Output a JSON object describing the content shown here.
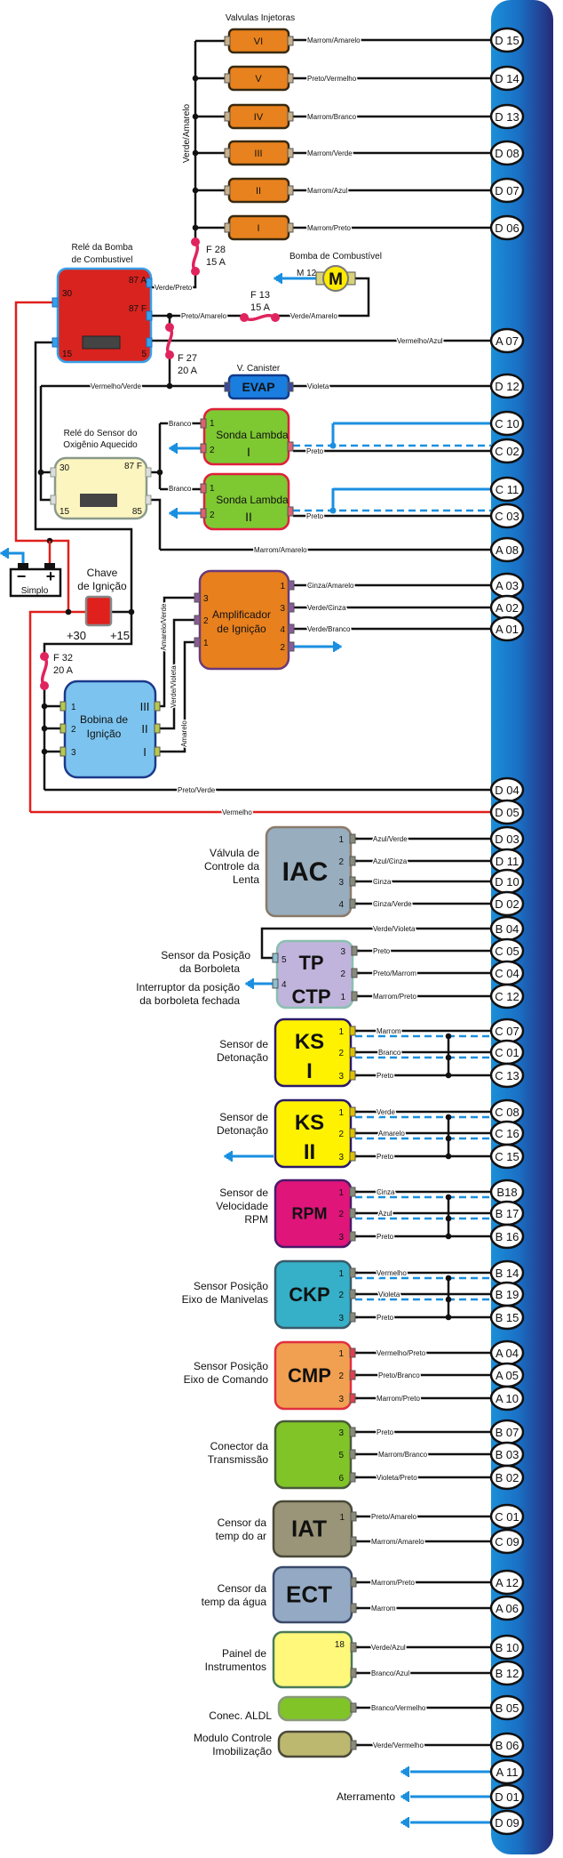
{
  "colors": {
    "ecu_light": "#1b8fd8",
    "ecu_dark": "#262a7a",
    "wire": "#111111",
    "power": "#e0201c",
    "ground": "#1a8fe0",
    "fuse": "#e0245e"
  },
  "ecu_connections": [
    {
      "terminal": "D 15",
      "wire": "Marrom/Amarelo"
    },
    {
      "terminal": "D 14",
      "wire": "Preto/Vermelho"
    },
    {
      "terminal": "D 13",
      "wire": "Marrom/Branco"
    },
    {
      "terminal": "D 08",
      "wire": "Marrom/Verde"
    },
    {
      "terminal": "D 07",
      "wire": "Marrom/Azul"
    },
    {
      "terminal": "D 06",
      "wire": "Marrom/Preto"
    },
    {
      "terminal": "A 07",
      "wire": "Vermelho/Azul"
    },
    {
      "terminal": "D 12",
      "wire": "Violeta"
    },
    {
      "terminal": "C 10",
      "wire": ""
    },
    {
      "terminal": "C 02",
      "wire": "Preto"
    },
    {
      "terminal": "C 11",
      "wire": ""
    },
    {
      "terminal": "C 03",
      "wire": "Preto"
    },
    {
      "terminal": "A 08",
      "wire": "Marrom/Amarelo"
    },
    {
      "terminal": "A 03",
      "wire": "Cinza/Amarelo"
    },
    {
      "terminal": "A 02",
      "wire": "Verde/Cinza"
    },
    {
      "terminal": "A 01",
      "wire": "Verde/Branco"
    },
    {
      "terminal": "D 04",
      "wire": "Preto/Verde"
    },
    {
      "terminal": "D 05",
      "wire": "Vermelho"
    },
    {
      "terminal": "D 03",
      "wire": "Azul/Verde"
    },
    {
      "terminal": "D 11",
      "wire": "Azul/Cinza"
    },
    {
      "terminal": "D 10",
      "wire": "Cinza"
    },
    {
      "terminal": "D 02",
      "wire": "Cinza/Verde"
    },
    {
      "terminal": "B 04",
      "wire": "Verde/Violeta"
    },
    {
      "terminal": "C 05",
      "wire": "Preto"
    },
    {
      "terminal": "C 04",
      "wire": "Preto/Marrom"
    },
    {
      "terminal": "C 12",
      "wire": "Marrom/Preto"
    },
    {
      "terminal": "C 07",
      "wire": "Marrom"
    },
    {
      "terminal": "C 01",
      "wire": "Branco"
    },
    {
      "terminal": "C 13",
      "wire": "Preto"
    },
    {
      "terminal": "C 08",
      "wire": "Verde"
    },
    {
      "terminal": "C 16",
      "wire": "Amarelo"
    },
    {
      "terminal": "C 15",
      "wire": "Preto"
    },
    {
      "terminal": "B18",
      "wire": "Cinza"
    },
    {
      "terminal": "B 17",
      "wire": "Azul"
    },
    {
      "terminal": "B 16",
      "wire": "Preto"
    },
    {
      "terminal": "B 14",
      "wire": "Vermelho"
    },
    {
      "terminal": "B 19",
      "wire": "Violeta"
    },
    {
      "terminal": "B 15",
      "wire": "Preto"
    },
    {
      "terminal": "A 04",
      "wire": "Vermelho/Preto"
    },
    {
      "terminal": "A 05",
      "wire": "Preto/Branco"
    },
    {
      "terminal": "A 10",
      "wire": "Marrom/Preto"
    },
    {
      "terminal": "B 07",
      "wire": "Preto"
    },
    {
      "terminal": "B 03",
      "wire": "Marrom/Branco"
    },
    {
      "terminal": "B 02",
      "wire": "Violeta/Preto"
    },
    {
      "terminal": "C 01",
      "wire": "Preto/Amarelo"
    },
    {
      "terminal": "C 09",
      "wire": "Marrom/Amarelo"
    },
    {
      "terminal": "A 12",
      "wire": "Marrom/Preto"
    },
    {
      "terminal": "A 06",
      "wire": "Marrom"
    },
    {
      "terminal": "B 10",
      "wire": "Verde/Azul"
    },
    {
      "terminal": "B 12",
      "wire": "Branco/Azul"
    },
    {
      "terminal": "B 05",
      "wire": "Branco/Vermelho"
    },
    {
      "terminal": "B 06",
      "wire": "Verde/Vermelho"
    },
    {
      "terminal": "A 11",
      "wire": ""
    },
    {
      "terminal": "D 01",
      "wire": ""
    },
    {
      "terminal": "D 09",
      "wire": ""
    }
  ],
  "injectors": {
    "title": "Valvulas Injetoras",
    "bus_wire": "Verde/Amarelo",
    "labels": [
      "VI",
      "V",
      "IV",
      "III",
      "II",
      "I"
    ]
  },
  "fuses": [
    {
      "name": "F  28",
      "rating": "15 A"
    },
    {
      "name": "F  13",
      "rating": "15 A"
    },
    {
      "name": "F  27",
      "rating": "20 A"
    },
    {
      "name": "F  32",
      "rating": "20 A"
    }
  ],
  "fuel_pump_relay": {
    "title": [
      "Relé da Bomba",
      "de Combustivel"
    ],
    "pins": [
      "30",
      "87 A",
      "87 F",
      "15",
      "5"
    ],
    "out_wire": "Verde/Preto"
  },
  "fuel_pump": {
    "title": "Bomba de Combustível",
    "code": "M 12",
    "symbol": "M",
    "wire_in": "Preto/Amarelo",
    "wire_out": "Verde/Amarelo"
  },
  "canister": {
    "title": "V. Canister",
    "label": "EVAP",
    "wire_in": "Vermelho/Verde"
  },
  "o2_relay": {
    "title": [
      "Relé do Sensor do",
      "Oxigênio Aquecido"
    ],
    "pins": [
      "30",
      "87 F",
      "15",
      "85"
    ]
  },
  "lambda": [
    {
      "title": "Sonda Lambda",
      "number": "I",
      "wire_in": "Branco",
      "pins": [
        "1",
        "2"
      ]
    },
    {
      "title": "Sonda Lambda",
      "number": "II",
      "wire_in": "Branco",
      "pins": [
        "1",
        "2"
      ]
    }
  ],
  "battery": {
    "label": "Simplo",
    "minus": "−",
    "plus": "+"
  },
  "ignition_switch": {
    "title": [
      "Chave",
      "de Ignição"
    ],
    "t30": "+30",
    "t15": "+15"
  },
  "amplifier": {
    "title": [
      "Amplificador",
      "de Ignição"
    ],
    "left_pins": [
      "3",
      "2",
      "1"
    ],
    "right_pins": [
      "1",
      "3",
      "4",
      "2"
    ],
    "wires": [
      "Amarelo/Verde",
      "Verde/Violeta",
      "Amarelo"
    ]
  },
  "coil": {
    "title": [
      "Bobina de",
      "Ignição"
    ],
    "left_pins": [
      "1",
      "2",
      "3"
    ],
    "right_pins": [
      "III",
      "II",
      "I"
    ]
  },
  "sensors": [
    {
      "code": "IAC",
      "label": [
        "Válvula de",
        "Controle da",
        "Lenta"
      ],
      "pins": [
        "1",
        "2",
        "3",
        "4"
      ]
    },
    {
      "code": "TP",
      "code2": "CTP",
      "label": [
        "Sensor da Posição",
        "da Borboleta"
      ],
      "label2": [
        "Interruptor da posição",
        "da borboleta fechada"
      ],
      "pins": [
        "3",
        "2",
        "1"
      ],
      "left_pins": [
        "5",
        "4"
      ]
    },
    {
      "code": "KS",
      "code2": "I",
      "label": [
        "Sensor de",
        "Detonação"
      ],
      "pins": [
        "1",
        "2",
        "3"
      ]
    },
    {
      "code": "KS",
      "code2": "II",
      "label": [
        "Sensor de",
        "Detonação"
      ],
      "pins": [
        "1",
        "2",
        "3"
      ]
    },
    {
      "code": "RPM",
      "label": [
        "Sensor de",
        "Velocidade",
        "RPM"
      ],
      "pins": [
        "1",
        "2",
        "3"
      ]
    },
    {
      "code": "CKP",
      "label": [
        "Sensor Posição",
        "Eixo de Manivelas"
      ],
      "pins": [
        "1",
        "2",
        "3"
      ]
    },
    {
      "code": "CMP",
      "label": [
        "Sensor Posição",
        "Eixo de Comando"
      ],
      "pins": [
        "1",
        "2",
        "3"
      ]
    },
    {
      "code": "",
      "label": [
        "Conector da",
        "Transmissão"
      ],
      "pins": [
        "3",
        "5",
        "6"
      ]
    },
    {
      "code": "IAT",
      "label": [
        "Censor da",
        "temp do ar"
      ],
      "pins": [
        "1"
      ]
    },
    {
      "code": "ECT",
      "label": [
        "Censor da",
        "temp da água"
      ],
      "pins": []
    },
    {
      "code": "",
      "label": [
        "Painel de",
        "Instrumentos"
      ],
      "pins": [
        "18"
      ]
    },
    {
      "code": "",
      "label": [
        "Conec. ALDL"
      ],
      "pins": []
    },
    {
      "code": "",
      "label": [
        "Modulo Controle",
        "Imobilização"
      ],
      "pins": []
    }
  ],
  "ground_label": "Aterramento"
}
